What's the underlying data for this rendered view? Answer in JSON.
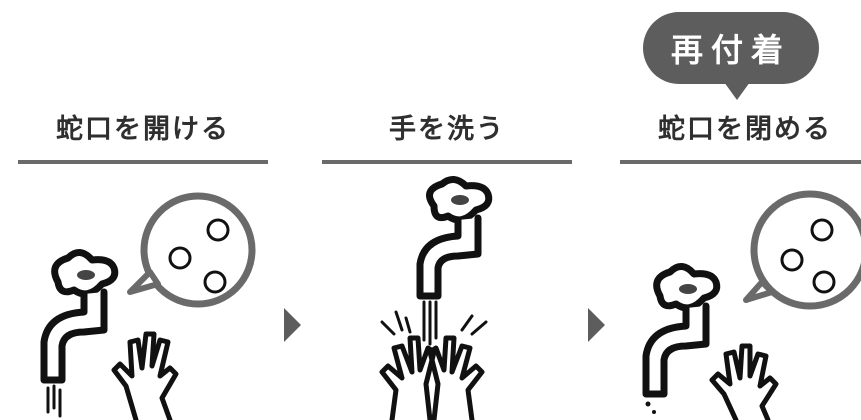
{
  "badge": {
    "label": "再付着",
    "color": "#5d5d5d"
  },
  "steps": [
    {
      "title": "蛇口を開ける",
      "icon": "faucet-open-with-germs-icon"
    },
    {
      "title": "手を洗う",
      "icon": "faucet-handwashing-icon"
    },
    {
      "title": "蛇口を閉める",
      "icon": "faucet-close-with-germs-icon"
    }
  ],
  "arrows": [
    "arrow-right-icon",
    "arrow-right-icon"
  ],
  "colors": {
    "text": "#2f2f2f",
    "rule": "#6a6a6a",
    "accent": "#5d5d5d",
    "line": "#111111"
  }
}
